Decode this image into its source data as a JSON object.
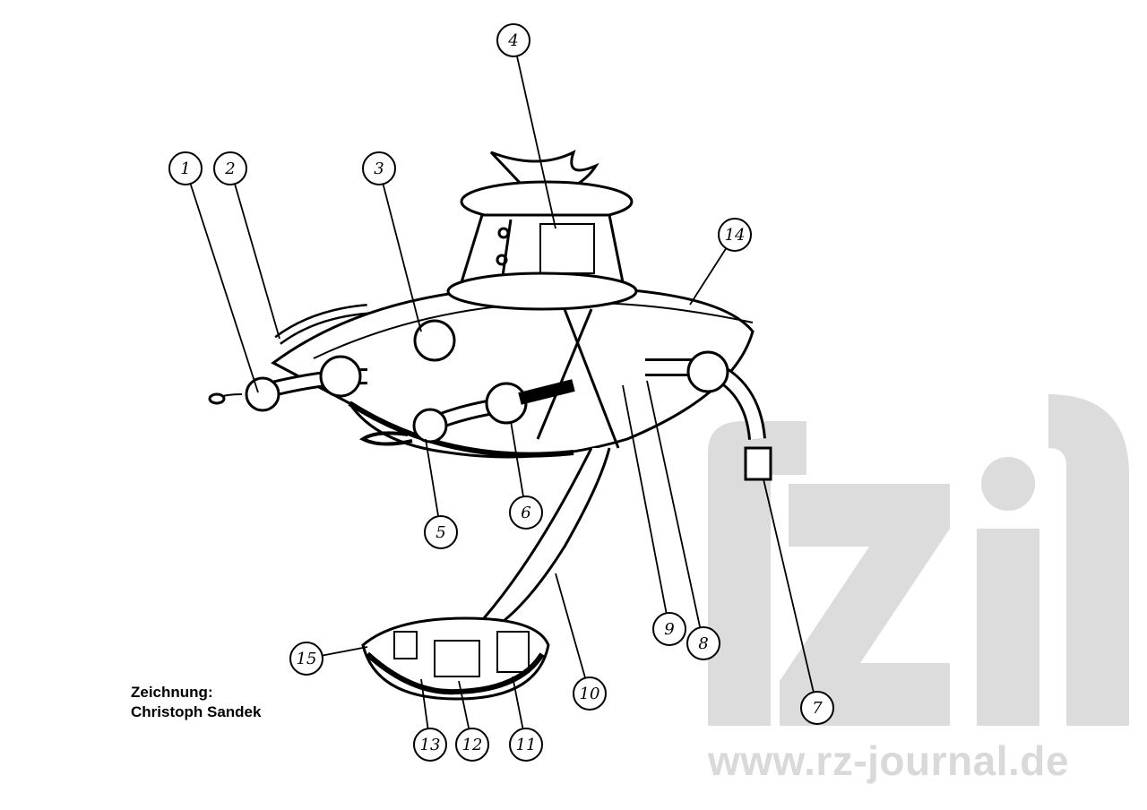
{
  "diagram": {
    "callouts": [
      "1",
      "2",
      "3",
      "4",
      "5",
      "6",
      "7",
      "8",
      "9",
      "10",
      "11",
      "12",
      "13",
      "14",
      "15"
    ]
  },
  "credit": {
    "line1": "Zeichnung:",
    "line2": "Christoph Sandek"
  },
  "watermark": {
    "logo_text": "rzi",
    "url": "www.rz-journal.de",
    "color": "#d9d9d9"
  }
}
